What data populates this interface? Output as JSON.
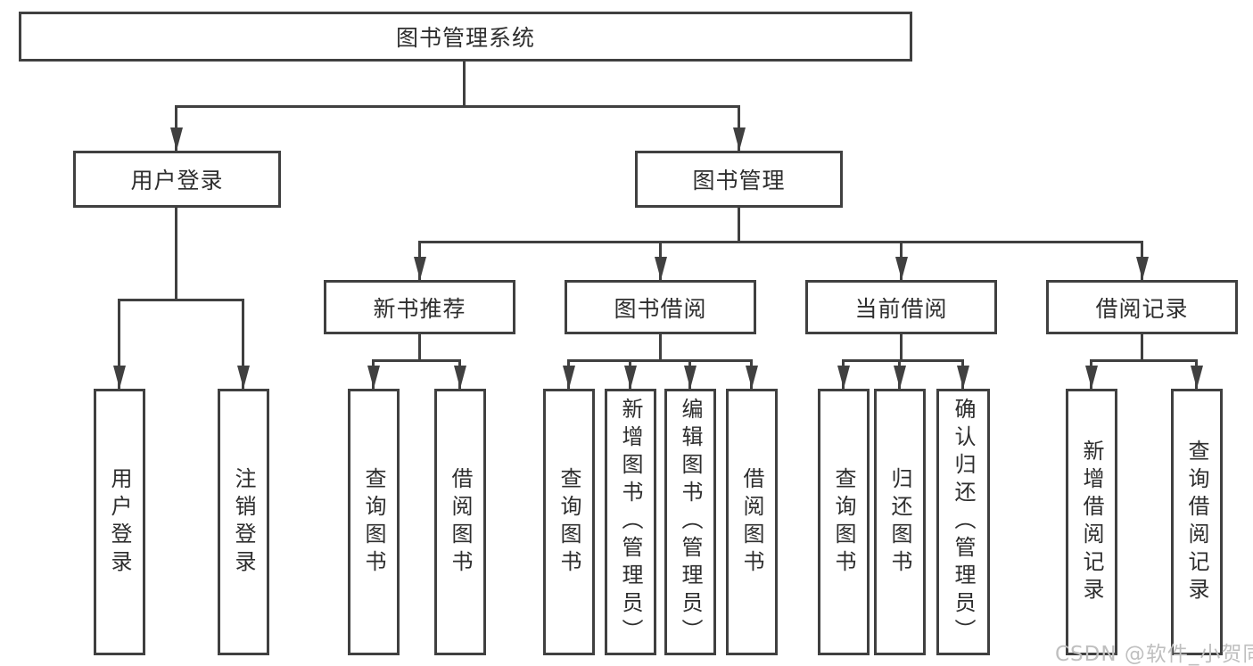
{
  "diagram": {
    "title": "图书管理系统",
    "root": {
      "label": "图书管理系统"
    },
    "level2": [
      {
        "label": "用户登录"
      },
      {
        "label": "图书管理"
      }
    ],
    "level3": [
      {
        "label": "新书推荐"
      },
      {
        "label": "图书借阅"
      },
      {
        "label": "当前借阅"
      },
      {
        "label": "借阅记录"
      }
    ],
    "leaves": [
      {
        "label": "用户登录",
        "parent": "用户登录"
      },
      {
        "label": "注销登录",
        "parent": "用户登录"
      },
      {
        "label": "查询图书",
        "parent": "新书推荐"
      },
      {
        "label": "借阅图书",
        "parent": "新书推荐"
      },
      {
        "label": "查询图书",
        "parent": "图书借阅"
      },
      {
        "label": "新增图书（管理员）",
        "parent": "图书借阅"
      },
      {
        "label": "编辑图书（管理员）",
        "parent": "图书借阅"
      },
      {
        "label": "借阅图书",
        "parent": "图书借阅"
      },
      {
        "label": "查询图书",
        "parent": "当前借阅"
      },
      {
        "label": "归还图书",
        "parent": "当前借阅"
      },
      {
        "label": "确认归还（管理员）",
        "parent": "当前借阅"
      },
      {
        "label": "新增借阅记录",
        "parent": "借阅记录"
      },
      {
        "label": "查询借阅记录",
        "parent": "借阅记录"
      }
    ]
  },
  "watermark": {
    "text": "CSDN @软件_小贺同学"
  },
  "colors": {
    "line": "#404040",
    "text": "#2e2e2e",
    "watermark": "#bfbfbf",
    "background": "#ffffff"
  }
}
